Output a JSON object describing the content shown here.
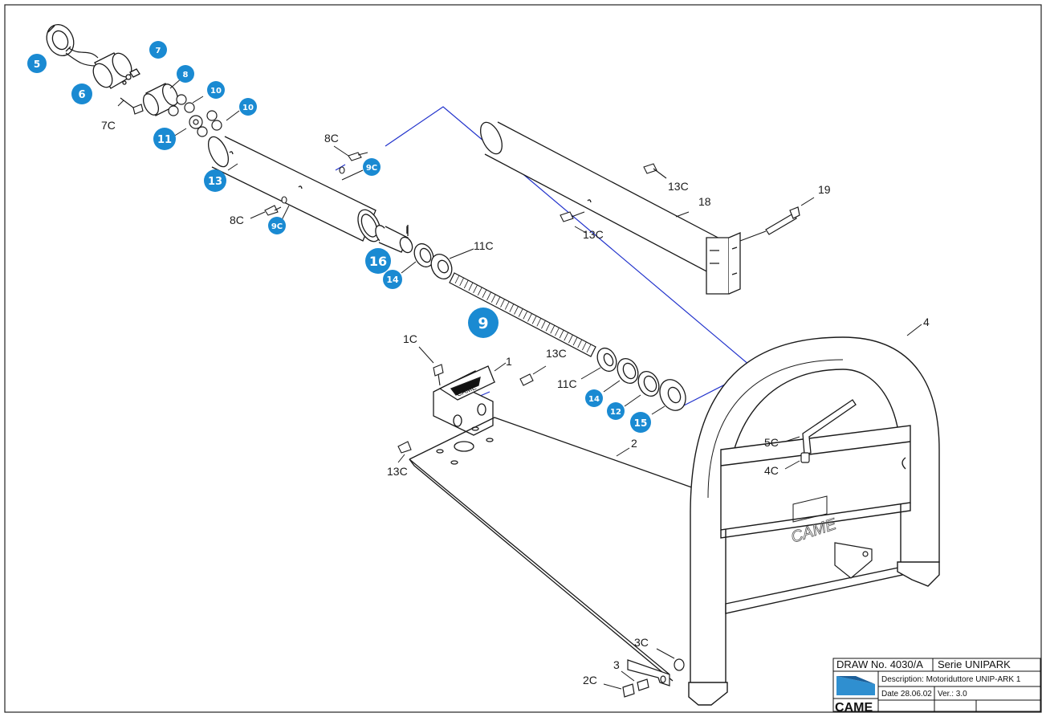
{
  "colors": {
    "badge": "#1a8ad2",
    "line": "#1a1a1a",
    "assembly_line": "#2233cc",
    "logo_blue": "#2f8fd0"
  },
  "badges": {
    "b5": "5",
    "b6": "6",
    "b7": "7",
    "b8": "8",
    "b10a": "10",
    "b10b": "10",
    "b11": "11",
    "b13": "13",
    "b9c_a": "9C",
    "b9c_b": "9C",
    "b16": "16",
    "b14a": "14",
    "b9": "9",
    "b14b": "14",
    "b12": "12",
    "b15": "15"
  },
  "labels": {
    "l7c": "7C",
    "l8c_a": "8C",
    "l8c_b": "8C",
    "l13c_a": "13C",
    "l13c_b": "13C",
    "l18": "18",
    "l19": "19",
    "l11c_a": "11C",
    "l1c": "1C",
    "l13c_c": "13C",
    "l1": "1",
    "l11c_b": "11C",
    "l4": "4",
    "l13c_d": "13C",
    "l2": "2",
    "l5c": "5C",
    "l4c": "4C",
    "l3c": "3C",
    "l3": "3",
    "l2c": "2C",
    "marking": "I"
  },
  "title_block": {
    "draw_no": "DRAW No. 4030/A",
    "serie": "Serie  UNIPARK",
    "description": "Description: Motoriduttore  UNIP-ARK 1",
    "date": "Date 28.06.02",
    "version": "Ver.: 3.0",
    "logo_text": "CAME"
  },
  "embossed_logo": "CAME",
  "bracket_logo": "CAME"
}
